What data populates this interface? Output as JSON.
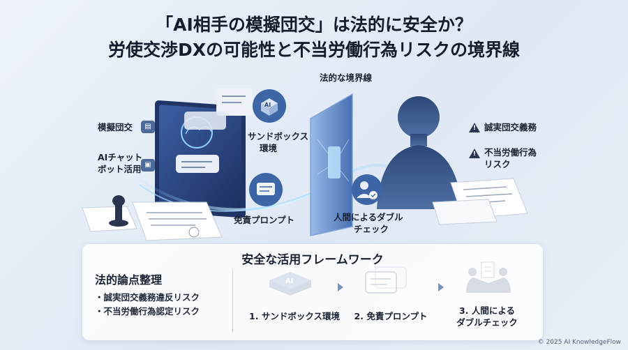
{
  "title": {
    "line1": "「AI相手の模擬団交」は法的に安全か？",
    "line2": "労使交渉DXの可能性と不当労働行為リスクの境界線"
  },
  "left_labels": {
    "mock": "模擬団交",
    "chatbot_1": "AIチャット",
    "chatbot_2": "ボット活用"
  },
  "center_labels": {
    "boundary": "法的な境界線",
    "sandbox_1": "サンドボックス",
    "sandbox_2": "環境",
    "disclaimer": "免責プロンプト",
    "double_check_1": "人間によるダブル",
    "double_check_2": "チェック",
    "ai_chip": "AI"
  },
  "right_labels": {
    "good_faith": "誠実団交義務",
    "ulp_1": "不当労働行為",
    "ulp_2": "リスク"
  },
  "framework": {
    "title": "安全な活用フレームワーク",
    "legal_heading": "法的論点整理",
    "legal_items": [
      "・誠実団交義務違反リスク",
      "・不当労働行為認定リスク"
    ],
    "steps": [
      {
        "label": "1. サンドボックス環境",
        "chip": "AI"
      },
      {
        "label": "2. 免責プロンプト"
      },
      {
        "label_1": "3. 人間による",
        "label_2": "ダブルチェック"
      }
    ]
  },
  "copyright": "© 2025 AI KnowledgeFlow"
}
